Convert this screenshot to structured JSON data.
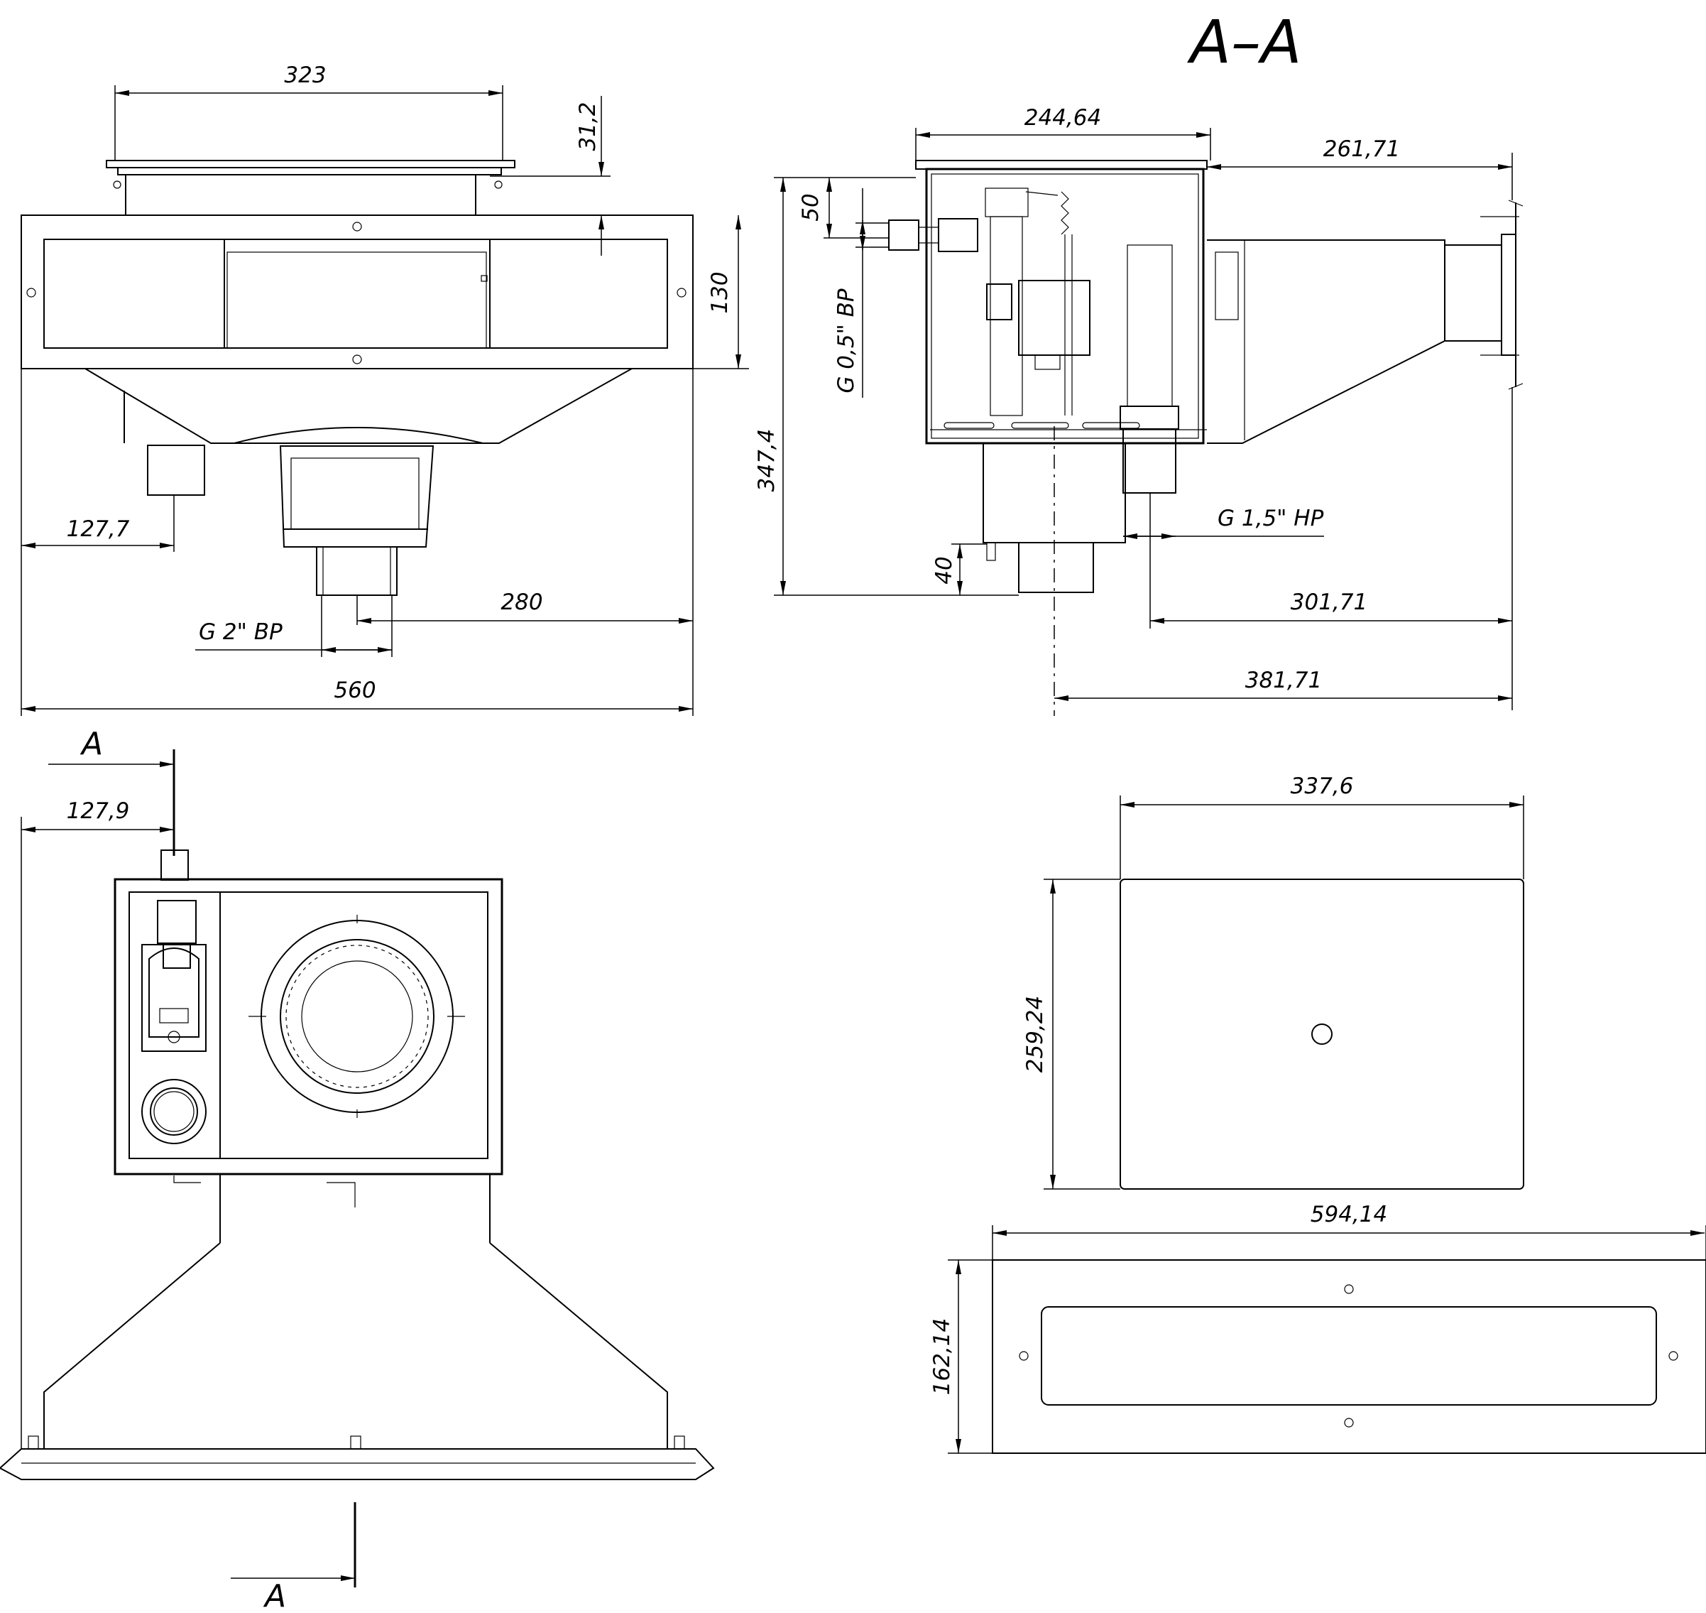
{
  "section_title": "A–A",
  "section_marks": {
    "top": "A",
    "bottom": "A"
  },
  "dimensions": {
    "front_frame_width": "323",
    "front_frame_height": "31,2",
    "front_body_height": "130",
    "front_outlet_offset": "127,7",
    "front_drain_offset": "280",
    "front_total_width": "560",
    "section_top_width": "244,64",
    "section_top_right": "261,71",
    "section_pipe_height": "50",
    "section_total_height": "347,4",
    "section_bottom_height": "40",
    "section_outlet_offset": "301,71",
    "section_total_depth": "381,71",
    "plan_side_offset": "127,9",
    "cover_width": "337,6",
    "cover_height": "259,24",
    "faceplate_width": "594,14",
    "faceplate_height": "162,14"
  },
  "threads": {
    "drain": "G 2\" ВР",
    "inlet": "G 0,5\" ВР",
    "outlet": "G 1,5\" НР"
  }
}
